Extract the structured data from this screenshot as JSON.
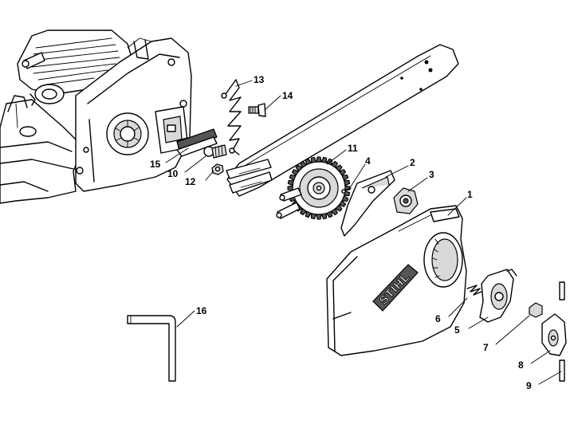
{
  "brand_text": "STIHL",
  "callouts": [
    {
      "id": "1",
      "label": "1"
    },
    {
      "id": "2",
      "label": "2"
    },
    {
      "id": "3",
      "label": "3"
    },
    {
      "id": "4",
      "label": "4"
    },
    {
      "id": "5",
      "label": "5"
    },
    {
      "id": "6",
      "label": "6"
    },
    {
      "id": "7",
      "label": "7"
    },
    {
      "id": "8",
      "label": "8"
    },
    {
      "id": "9",
      "label": "9"
    },
    {
      "id": "10",
      "label": "10"
    },
    {
      "id": "11",
      "label": "11"
    },
    {
      "id": "12",
      "label": "12"
    },
    {
      "id": "13",
      "label": "13"
    },
    {
      "id": "14",
      "label": "14"
    },
    {
      "id": "15",
      "label": "15"
    },
    {
      "id": "16",
      "label": "16"
    }
  ],
  "icons": [
    "chainsaw-body-icon",
    "guide-bar-icon",
    "sprocket-cover-icon",
    "chain-wheel-icon",
    "allen-key-icon"
  ]
}
